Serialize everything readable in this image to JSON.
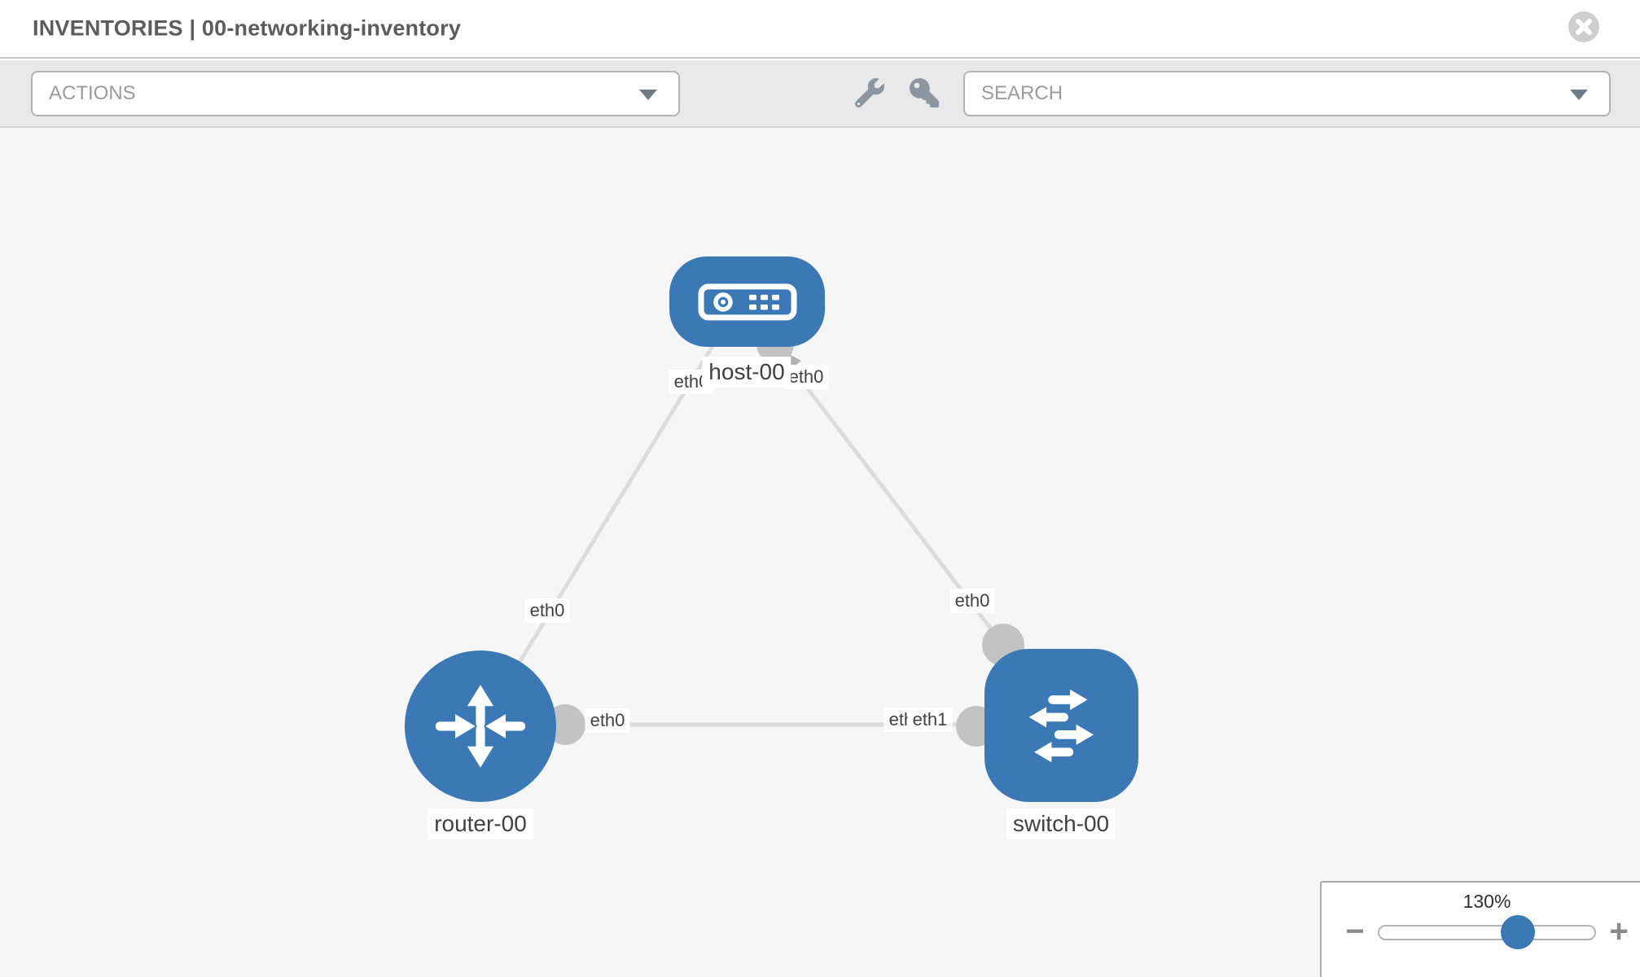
{
  "header": {
    "title": "INVENTORIES | 00-networking-inventory"
  },
  "toolbar": {
    "actions_label": "ACTIONS",
    "search_label": "SEARCH",
    "icons": [
      "wrench-icon",
      "key-icon"
    ]
  },
  "canvas": {
    "nodes": [
      {
        "id": "host-00",
        "label": "host-00",
        "type": "host",
        "icon": "server-icon"
      },
      {
        "id": "router-00",
        "label": "router-00",
        "type": "router",
        "icon": "router-arrows-icon"
      },
      {
        "id": "switch-00",
        "label": "switch-00",
        "type": "switch",
        "icon": "switch-arrows-icon"
      }
    ],
    "links": [
      {
        "from": "host-00",
        "to": "router-00",
        "from_iface": "eth0",
        "to_iface": "eth0"
      },
      {
        "from": "host-00",
        "to": "switch-00",
        "from_iface": "eth0",
        "to_iface": "eth0"
      },
      {
        "from": "router-00",
        "to": "switch-00",
        "from_iface": "eth0",
        "to_iface": "eth1"
      }
    ],
    "iface_labels": {
      "host_router_host_side": "eth0",
      "host_router_router_side": "eth0",
      "host_switch_host_side": "eth0",
      "host_switch_switch_side": "eth0",
      "router_switch_router_side": "eth0",
      "router_switch_switch_side_back": "eth0",
      "router_switch_switch_side_front": "eth1"
    }
  },
  "zoom_panel": {
    "level": "130%",
    "minus_glyph": "−",
    "plus_glyph": "+"
  },
  "colors": {
    "node_blue": "#3a79b6",
    "link_gray": "#dcdcdc",
    "connector_gray": "#c3c3c3",
    "toolbar_gray": "#e9e9e9",
    "canvas_gray": "#f6f6f6"
  }
}
